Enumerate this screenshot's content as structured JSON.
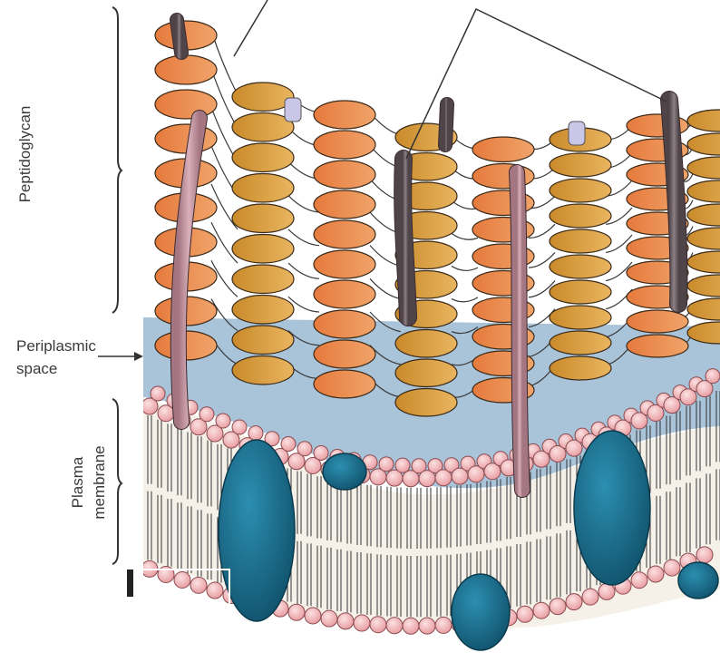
{
  "labels": {
    "peptidoglycan": "Peptidoglycan",
    "periplasmic_line1": "Periplasmic",
    "periplasmic_line2": "space",
    "plasma_line1": "Plasma",
    "plasma_line2": "membrane"
  },
  "colors": {
    "periplasm": "#a9c3d8",
    "glycan_light": "#dca24a",
    "glycan_dark": "#d9672d",
    "lipid_head": "#f0b2b4",
    "protein": "#1a6a88",
    "rod_pink": "#c99aa5",
    "rod_gray": "#6f6368",
    "outline": "#2a2a2a"
  }
}
